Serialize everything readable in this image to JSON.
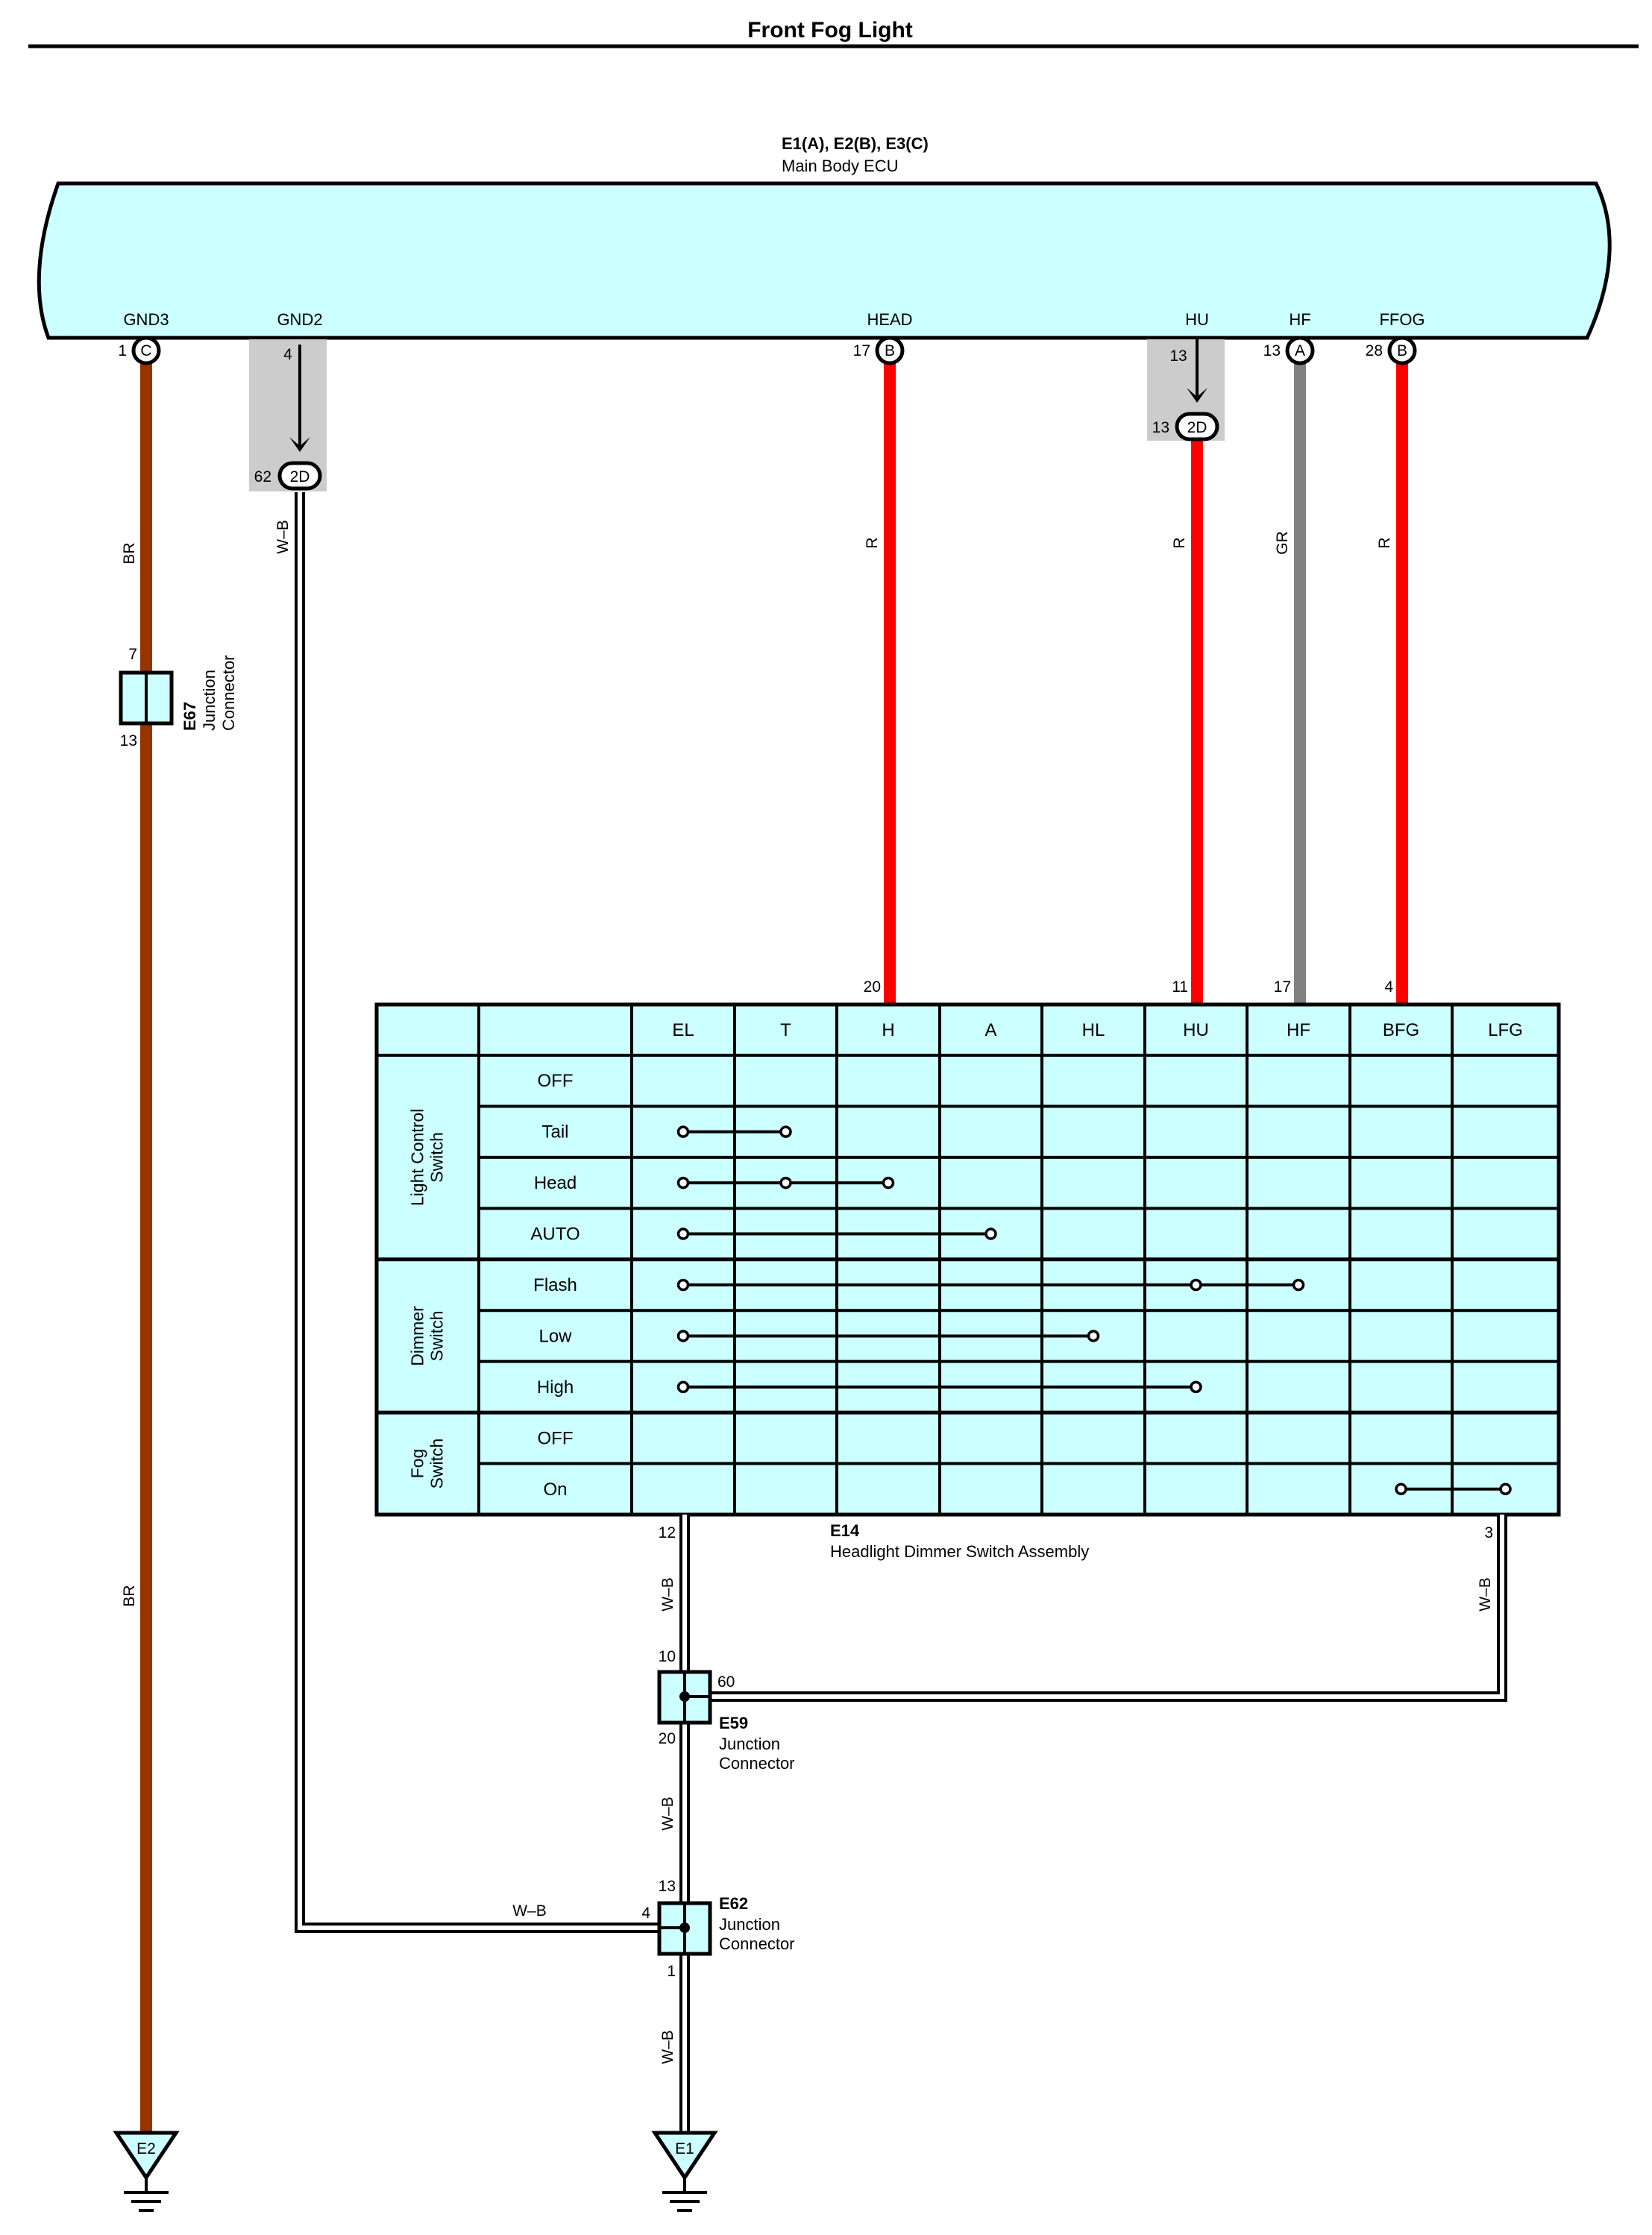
{
  "title": "Front Fog Light",
  "ecu": {
    "codes": "E1(A), E2(B), E3(C)",
    "name": "Main Body ECU",
    "fill": "#ccffff",
    "terminals": [
      "GND3",
      "GND2",
      "HEAD",
      "HU",
      "HF",
      "FFOG"
    ],
    "pins": {
      "gnd3_num": "1",
      "gnd3_conn": "C",
      "gnd2_num": "4",
      "head_num": "17",
      "head_conn": "B",
      "hu_num": "13",
      "hf_num": "13",
      "hf_conn": "A",
      "ffog_num": "28",
      "ffog_conn": "B"
    }
  },
  "inline_connectors": {
    "gnd2_pin": "62",
    "gnd2_label": "2D",
    "hu_pin": "13",
    "hu_label": "2D"
  },
  "wire_colors": {
    "BR": "#993300",
    "R": "#ff0000",
    "GR": "#808080",
    "W-B": "#000000"
  },
  "wires": {
    "gnd3": "BR",
    "gnd3_lower": "BR",
    "gnd2": "W–B",
    "head": "R",
    "hu": "R",
    "hf": "GR",
    "ffog": "R",
    "e14_12": "W–B",
    "e14_3": "W–B",
    "e59_e62": "W–B",
    "e62_left": "W–B",
    "e62_ground": "W–B"
  },
  "e67": {
    "code": "E67",
    "line1": "Junction",
    "line2": "Connector",
    "pin_top": "7",
    "pin_bottom": "13"
  },
  "e14": {
    "code": "E14",
    "name": "Headlight Dimmer Switch Assembly",
    "columns": [
      "EL",
      "T",
      "H",
      "A",
      "HL",
      "HU",
      "HF",
      "BFG",
      "LFG"
    ],
    "top_pins": {
      "h": "20",
      "hu": "11",
      "hf": "17",
      "bfg": "4"
    },
    "bottom_pins": {
      "left": "12",
      "right": "3"
    },
    "groups": [
      {
        "line1": "Light Control",
        "line2": "Switch",
        "rows": [
          "OFF",
          "Tail",
          "Head",
          "AUTO"
        ]
      },
      {
        "line1": "Dimmer",
        "line2": "Switch",
        "rows": [
          "Flash",
          "Low",
          "High"
        ]
      },
      {
        "line1": "Fog",
        "line2": "Switch",
        "rows": [
          "OFF",
          "On"
        ]
      }
    ],
    "connections": [
      {
        "row": "Tail",
        "cols": [
          "EL",
          "T"
        ]
      },
      {
        "row": "Head",
        "cols": [
          "EL",
          "T",
          "H"
        ]
      },
      {
        "row": "AUTO",
        "cols": [
          "EL",
          "A"
        ]
      },
      {
        "row": "Flash",
        "cols": [
          "EL",
          "HU",
          "HF"
        ]
      },
      {
        "row": "Low",
        "cols": [
          "EL",
          "HL"
        ]
      },
      {
        "row": "High",
        "cols": [
          "EL",
          "HU"
        ]
      },
      {
        "row": "On",
        "cols": [
          "BFG",
          "LFG"
        ]
      }
    ]
  },
  "e59": {
    "code": "E59",
    "line1": "Junction",
    "line2": "Connector",
    "pin_top": "10",
    "pin_right": "60",
    "pin_bottom": "20"
  },
  "e62": {
    "code": "E62",
    "line1": "Junction",
    "line2": "Connector",
    "pin_top": "13",
    "pin_left": "4",
    "pin_bottom": "1"
  },
  "grounds": {
    "left": "E2",
    "right": "E1"
  }
}
